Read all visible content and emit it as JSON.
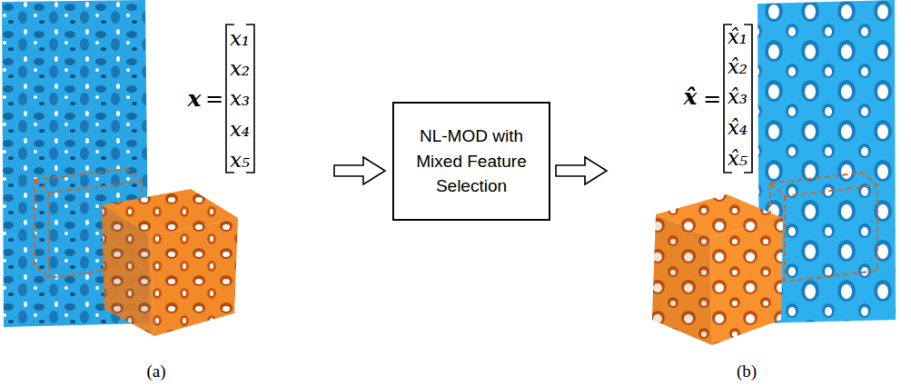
{
  "diagram": {
    "nodes": [
      {
        "text": [
          "NL-MOD with Mixed Feature Selection"
        ]
      }
    ],
    "labels": [
      "x",
      "=",
      "x₁",
      "x₂",
      "x₃",
      "x₄",
      "x₅",
      "x̂",
      "=",
      "x̂₁",
      "x̂₂",
      "x̂₃",
      "x̂₄",
      "x̂₅",
      "(a)",
      "(b)"
    ]
  }
}
